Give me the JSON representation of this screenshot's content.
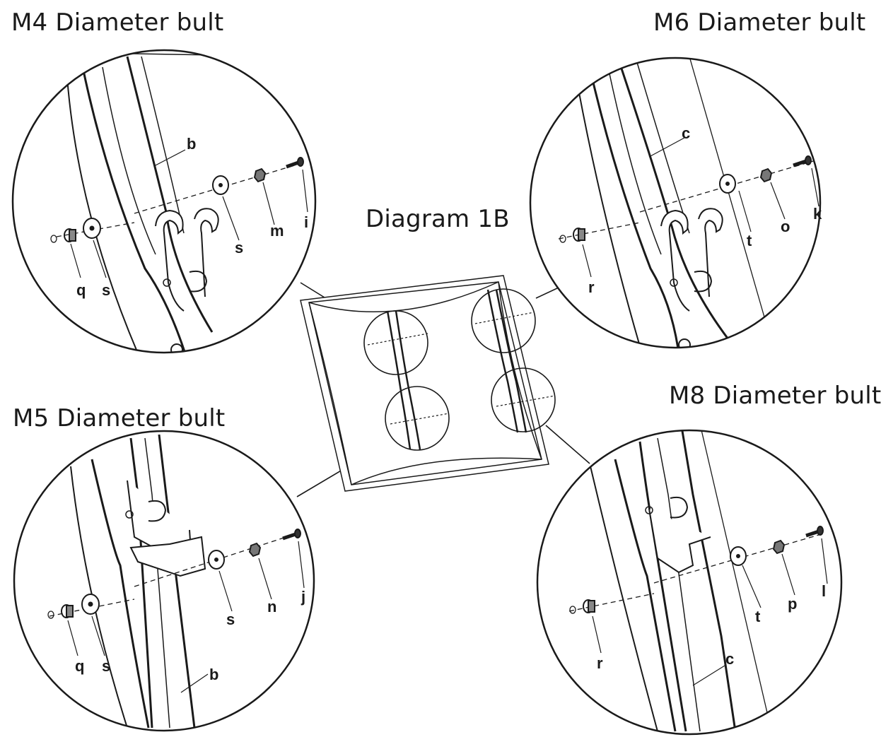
{
  "headings": {
    "m4": "M4 Diameter bult",
    "m6": "M6 Diameter bult",
    "m5": "M5 Diameter bult",
    "m8": "M8 Diameter bult",
    "center": "Diagram 1B"
  },
  "labels": {
    "m4": {
      "part": "b",
      "washer_front": "s",
      "nut": "m",
      "screw": "i",
      "rear_nut": "q",
      "washer_rear": "s"
    },
    "m6": {
      "part": "c",
      "washer_front": "t",
      "nut": "o",
      "screw": "k",
      "rear_nut": "r"
    },
    "m5": {
      "part": "b",
      "washer_front": "s",
      "nut": "n",
      "screw": "j",
      "rear_nut": "q",
      "washer_rear": "s"
    },
    "m8": {
      "part": "c",
      "washer_front": "t",
      "nut": "p",
      "screw": "l",
      "rear_nut": "r"
    }
  },
  "colors": {
    "ink": "#1a1a1a",
    "background": "#ffffff"
  }
}
